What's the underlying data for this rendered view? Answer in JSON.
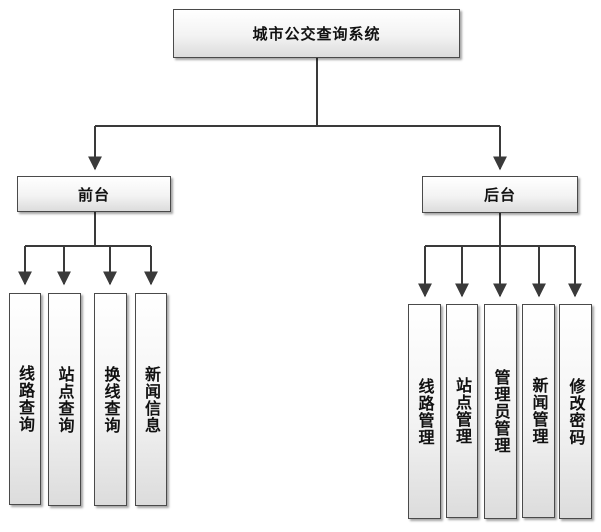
{
  "root": {
    "label": "城市公交查询系统"
  },
  "frontend": {
    "label": "前台",
    "children": [
      "线路查询",
      "站点查询",
      "换线查询",
      "新闻信息"
    ]
  },
  "backend": {
    "label": "后台",
    "children": [
      "线路管理",
      "站点管理",
      "管理员管理",
      "新闻管理",
      "修改密码"
    ]
  },
  "colors": {
    "line": "#3a3a3a",
    "border": "#4a4a4a",
    "text": "#111111"
  }
}
